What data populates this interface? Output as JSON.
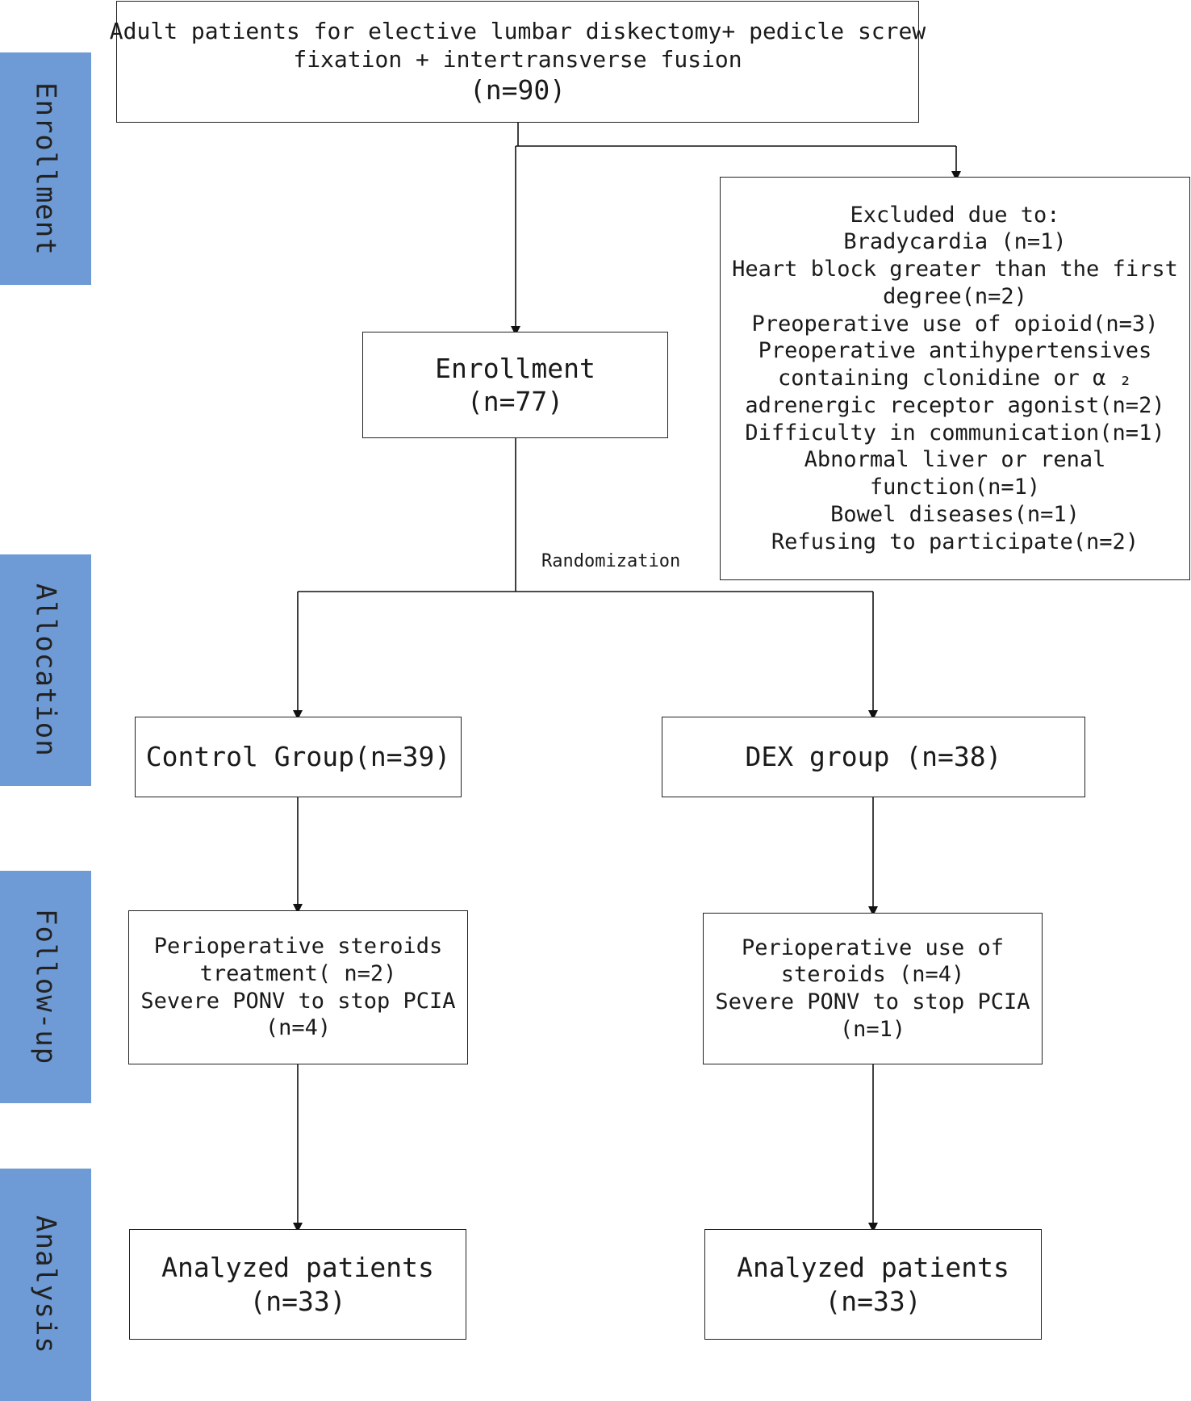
{
  "phases": {
    "enrollment": "Enrollment",
    "allocation": "Allocation",
    "follow_up": "Follow-up",
    "analysis": "Analysis"
  },
  "screening_box": {
    "line1": "Adult patients for  elective lumbar diskectomy+ pedicle screw",
    "line2": "fixation + intertransverse fusion",
    "count": "(n=90)"
  },
  "excluded_box": {
    "header": "Excluded due to:",
    "lines": [
      "Bradycardia (n=1)",
      "Heart block greater than the first",
      "degree(n=2)",
      "Preoperative use of opioid(n=3)",
      "Preoperative antihypertensives",
      "containing clonidine or α ₂",
      "adrenergic receptor agonist(n=2)",
      "Difficulty in  communication(n=1)",
      "Abnormal liver or renal",
      "function(n=1)",
      "Bowel diseases(n=1)",
      "Refusing to participate(n=2)"
    ]
  },
  "enrollment_box": {
    "title": "Enrollment",
    "count": "(n=77)"
  },
  "randomization_label": "Randomization",
  "control_group": "Control Group(n=39)",
  "dex_group": "DEX group (n=38)",
  "control_followup": {
    "lines": [
      "Perioperative steroids",
      "treatment( n=2)",
      "Severe PONV to stop PCIA",
      "(n=4)"
    ]
  },
  "dex_followup": {
    "lines": [
      "Perioperative use of",
      "steroids (n=4)",
      "Severe PONV to stop PCIA",
      "(n=1)"
    ]
  },
  "control_analysis": {
    "title": "Analyzed patients",
    "count": "(n=33)"
  },
  "dex_analysis": {
    "title": "Analyzed patients",
    "count": "(n=33)"
  }
}
